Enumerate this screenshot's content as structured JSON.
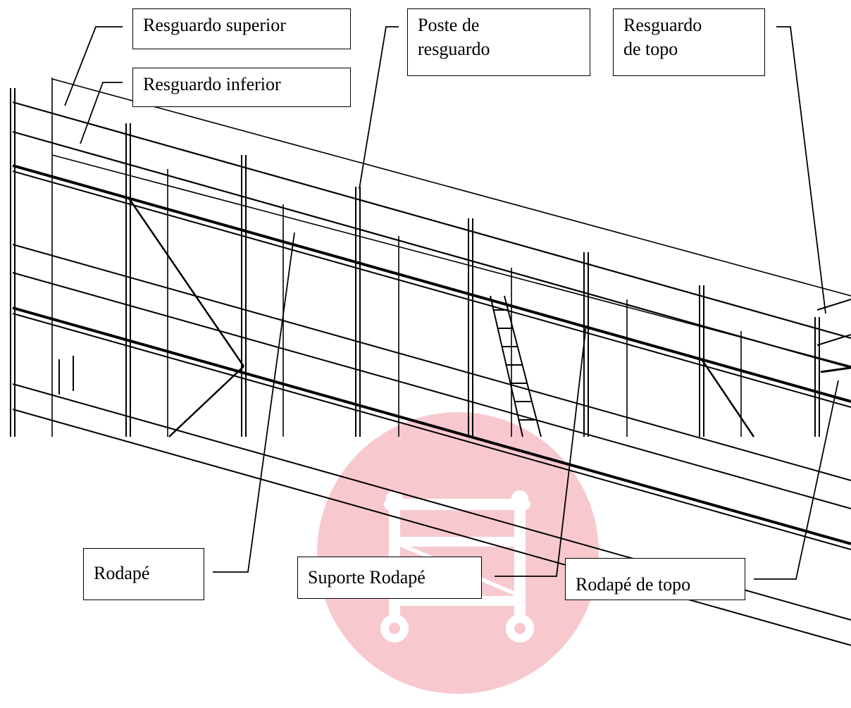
{
  "labels": {
    "resguardo_superior": "Resguardo superior",
    "resguardo_inferior": "Resguardo inferior",
    "poste_de_resguardo": "Poste de\nresguardo",
    "resguardo_de_topo": "Resguardo\nde topo",
    "rodape": "Rodapé",
    "suporte_rodape": "Suporte Rodapé",
    "rodape_de_topo": "Rodapé de topo"
  },
  "colors": {
    "line": "#000000",
    "watermark": "#f7c9cf",
    "watermark_icon": "#ffffff",
    "background": "#ffffff"
  },
  "watermark": {
    "icon": "scaffold-tower-icon"
  }
}
